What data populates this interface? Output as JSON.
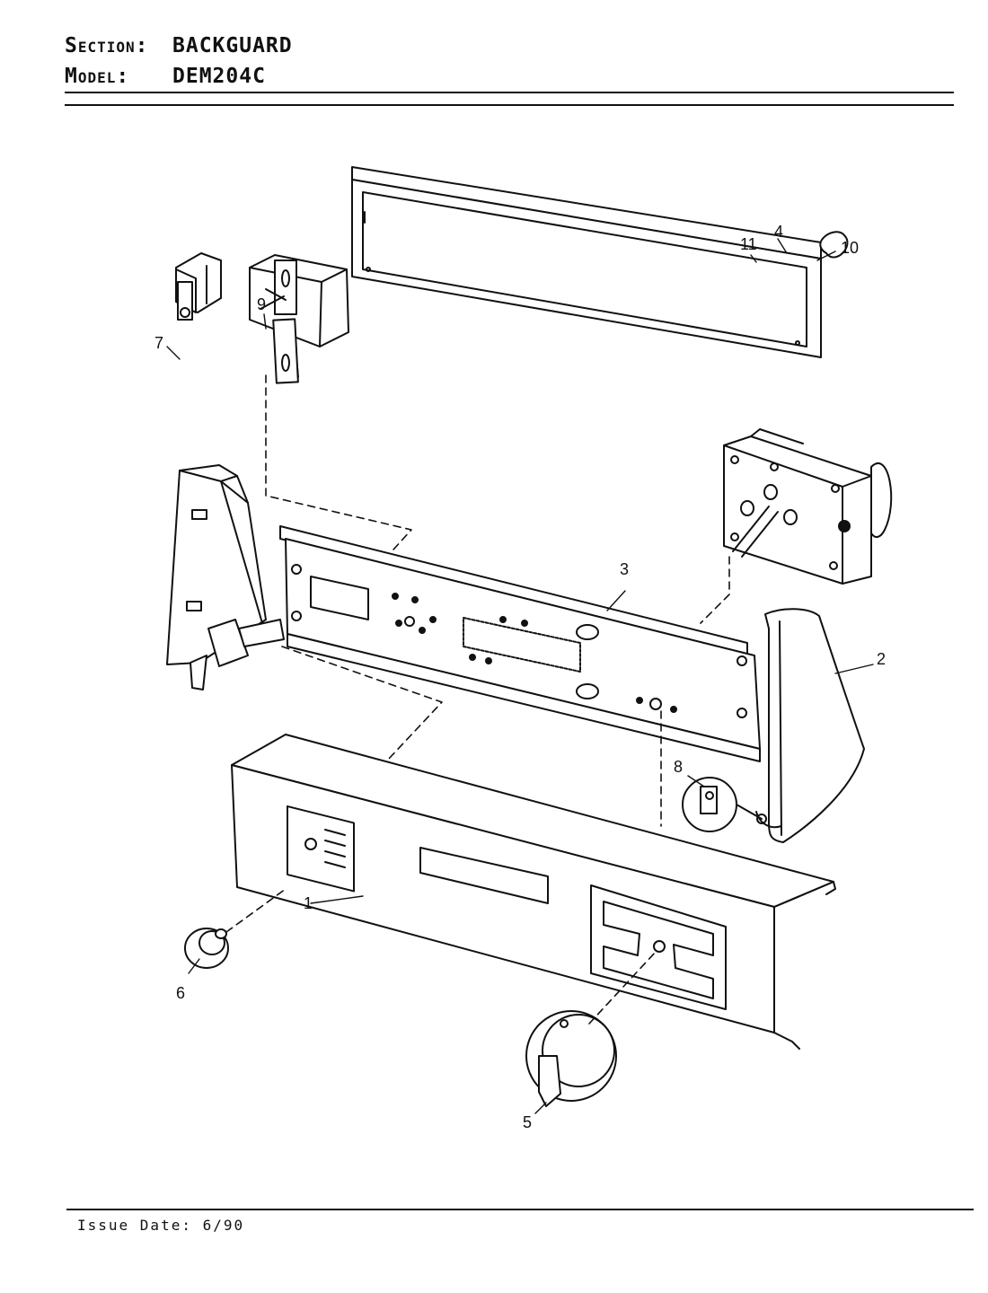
{
  "header": {
    "section_label": "Section:",
    "section_value": "BACKGUARD",
    "model_label": "Model:",
    "model_value": "DEM204C"
  },
  "footer": {
    "issue_date": "Issue Date: 6/90"
  },
  "callouts": {
    "c1": "1",
    "c2": "2",
    "c3": "3",
    "c4": "4",
    "c5": "5",
    "c6": "6",
    "c7": "7",
    "c8": "8",
    "c9": "9",
    "c10": "10",
    "c11": "11"
  }
}
